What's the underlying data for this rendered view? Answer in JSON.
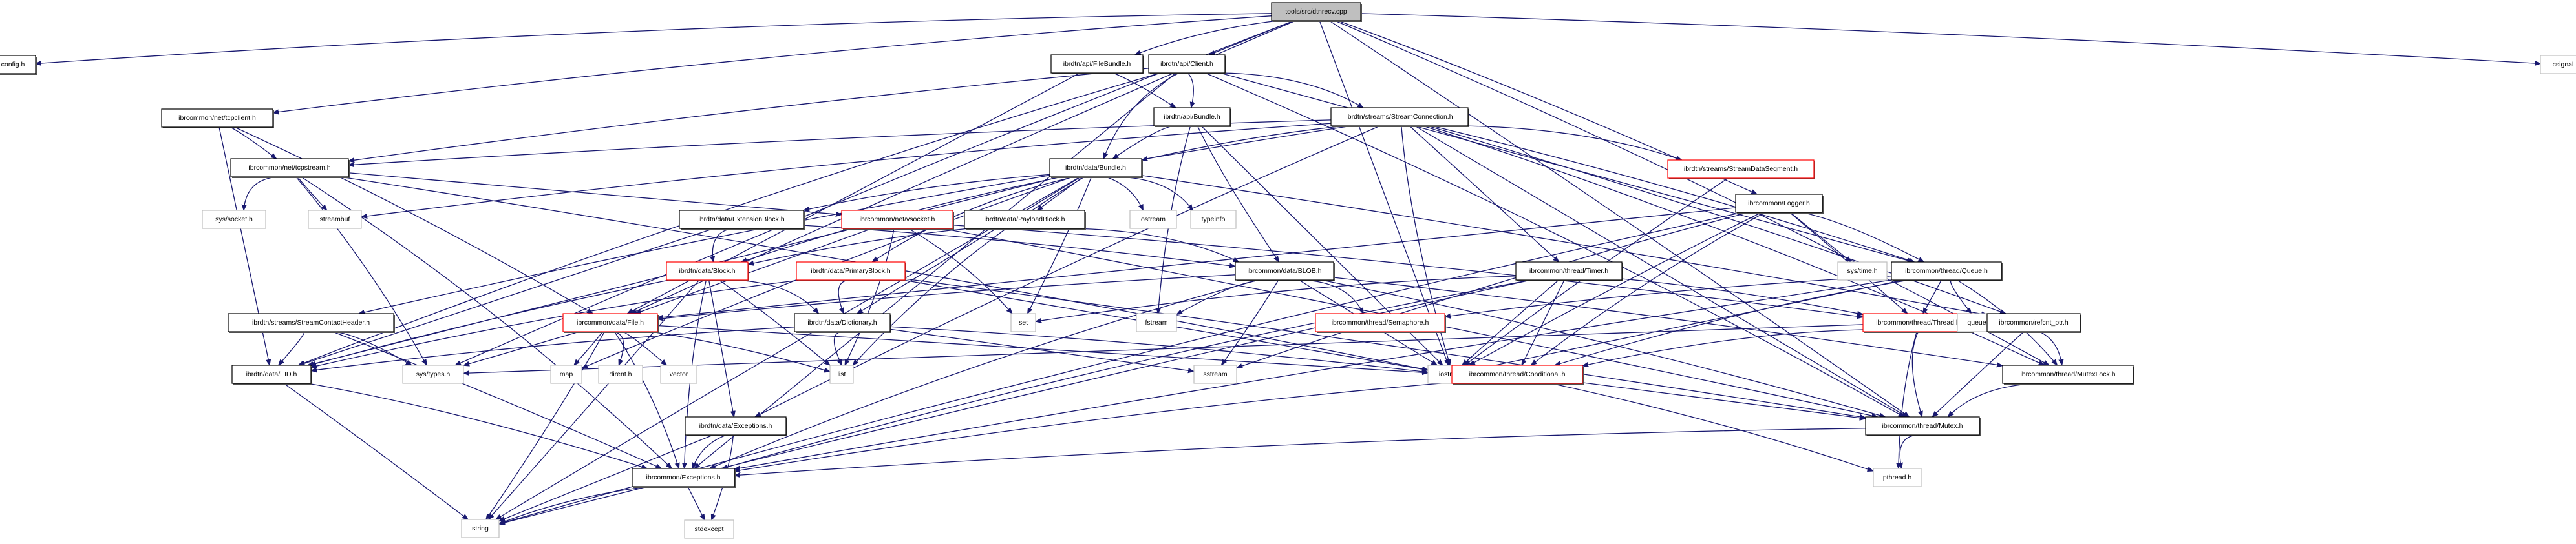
{
  "diagram": {
    "type": "include-dependency-graph",
    "root": "tools/src/dtnrecv.cpp",
    "colors": {
      "edge": "#191970",
      "root_fill": "#bfbfbf",
      "documented_border": "#000000",
      "truncated_border": "#ff0000",
      "external_border": "#bfbfbf"
    },
    "nodes": [
      {
        "id": "root",
        "label": "tools/src/dtnrecv.cpp",
        "kind": "root"
      },
      {
        "id": "config",
        "label": "config.h",
        "kind": "documented"
      },
      {
        "id": "filebundle",
        "label": "ibrdtn/api/FileBundle.h",
        "kind": "documented"
      },
      {
        "id": "client",
        "label": "ibrdtn/api/Client.h",
        "kind": "documented"
      },
      {
        "id": "csignal",
        "label": "csignal",
        "kind": "external"
      },
      {
        "id": "tcpclient",
        "label": "ibrcommon/net/tcpclient.h",
        "kind": "documented"
      },
      {
        "id": "apibundle",
        "label": "ibrdtn/api/Bundle.h",
        "kind": "documented"
      },
      {
        "id": "streamconn",
        "label": "ibrdtn/streams/StreamConnection.h",
        "kind": "documented"
      },
      {
        "id": "tcpstream",
        "label": "ibrcommon/net/tcpstream.h",
        "kind": "documented"
      },
      {
        "id": "databundle",
        "label": "ibrdtn/data/Bundle.h",
        "kind": "documented"
      },
      {
        "id": "streamdataseg",
        "label": "ibrdtn/streams/StreamDataSegment.h",
        "kind": "truncated"
      },
      {
        "id": "syssocket",
        "label": "sys/socket.h",
        "kind": "external"
      },
      {
        "id": "streambuf",
        "label": "streambuf",
        "kind": "external"
      },
      {
        "id": "extblock",
        "label": "ibrdtn/data/ExtensionBlock.h",
        "kind": "documented"
      },
      {
        "id": "vsocket",
        "label": "ibrcommon/net/vsocket.h",
        "kind": "truncated"
      },
      {
        "id": "payloadblock",
        "label": "ibrdtn/data/PayloadBlock.h",
        "kind": "documented"
      },
      {
        "id": "ostream",
        "label": "ostream",
        "kind": "external"
      },
      {
        "id": "typeinfo",
        "label": "typeinfo",
        "kind": "external"
      },
      {
        "id": "logger",
        "label": "ibrcommon/Logger.h",
        "kind": "documented"
      },
      {
        "id": "block",
        "label": "ibrdtn/data/Block.h",
        "kind": "truncated"
      },
      {
        "id": "primaryblock",
        "label": "ibrdtn/data/PrimaryBlock.h",
        "kind": "truncated"
      },
      {
        "id": "blob",
        "label": "ibrcommon/data/BLOB.h",
        "kind": "documented"
      },
      {
        "id": "timer",
        "label": "ibrcommon/thread/Timer.h",
        "kind": "documented"
      },
      {
        "id": "systime",
        "label": "sys/time.h",
        "kind": "external"
      },
      {
        "id": "queue",
        "label": "ibrcommon/thread/Queue.h",
        "kind": "documented"
      },
      {
        "id": "streamcontact",
        "label": "ibrdtn/streams/StreamContactHeader.h",
        "kind": "documented"
      },
      {
        "id": "file",
        "label": "ibrcommon/data/File.h",
        "kind": "truncated"
      },
      {
        "id": "dictionary",
        "label": "ibrdtn/data/Dictionary.h",
        "kind": "documented"
      },
      {
        "id": "set",
        "label": "set",
        "kind": "external"
      },
      {
        "id": "fstream",
        "label": "fstream",
        "kind": "external"
      },
      {
        "id": "semaphore",
        "label": "ibrcommon/thread/Semaphore.h",
        "kind": "truncated"
      },
      {
        "id": "thread",
        "label": "ibrcommon/thread/Thread.h",
        "kind": "truncated"
      },
      {
        "id": "queuestd",
        "label": "queue",
        "kind": "external"
      },
      {
        "id": "refcnt",
        "label": "ibrcommon/refcnt_ptr.h",
        "kind": "documented"
      },
      {
        "id": "eid",
        "label": "ibrdtn/data/EID.h",
        "kind": "documented"
      },
      {
        "id": "systypes",
        "label": "sys/types.h",
        "kind": "external"
      },
      {
        "id": "map",
        "label": "map",
        "kind": "external"
      },
      {
        "id": "direnth",
        "label": "dirent.h",
        "kind": "external"
      },
      {
        "id": "vector",
        "label": "vector",
        "kind": "external"
      },
      {
        "id": "list",
        "label": "list",
        "kind": "external"
      },
      {
        "id": "sstream",
        "label": "sstream",
        "kind": "external"
      },
      {
        "id": "iostream",
        "label": "iostream",
        "kind": "external"
      },
      {
        "id": "conditional",
        "label": "ibrcommon/thread/Conditional.h",
        "kind": "truncated"
      },
      {
        "id": "mutexlock",
        "label": "ibrcommon/thread/MutexLock.h",
        "kind": "documented"
      },
      {
        "id": "dataexceptions",
        "label": "ibrdtn/data/Exceptions.h",
        "kind": "documented"
      },
      {
        "id": "mutex",
        "label": "ibrcommon/thread/Mutex.h",
        "kind": "documented"
      },
      {
        "id": "exceptions",
        "label": "ibrcommon/Exceptions.h",
        "kind": "documented"
      },
      {
        "id": "pthread",
        "label": "pthread.h",
        "kind": "external"
      },
      {
        "id": "string",
        "label": "string",
        "kind": "external"
      },
      {
        "id": "stdexcept",
        "label": "stdexcept",
        "kind": "external"
      }
    ],
    "edges": [
      [
        "root",
        "config"
      ],
      [
        "root",
        "filebundle"
      ],
      [
        "root",
        "client"
      ],
      [
        "root",
        "csignal"
      ],
      [
        "root",
        "tcpclient"
      ],
      [
        "root",
        "logger"
      ],
      [
        "root",
        "systypes"
      ],
      [
        "root",
        "iostream"
      ],
      [
        "root",
        "file"
      ],
      [
        "root",
        "mutexlock"
      ],
      [
        "root",
        "mutex"
      ],
      [
        "filebundle",
        "apibundle"
      ],
      [
        "filebundle",
        "file"
      ],
      [
        "client",
        "apibundle"
      ],
      [
        "client",
        "streamconn"
      ],
      [
        "client",
        "databundle"
      ],
      [
        "client",
        "tcpstream"
      ],
      [
        "client",
        "queue"
      ],
      [
        "client",
        "exceptions"
      ],
      [
        "client",
        "mutex"
      ],
      [
        "client",
        "eid"
      ],
      [
        "tcpclient",
        "tcpstream"
      ],
      [
        "tcpclient",
        "eid"
      ],
      [
        "tcpclient",
        "file"
      ],
      [
        "apibundle",
        "databundle"
      ],
      [
        "apibundle",
        "blob"
      ],
      [
        "apibundle",
        "fstream"
      ],
      [
        "apibundle",
        "iostream"
      ],
      [
        "streamconn",
        "databundle"
      ],
      [
        "streamconn",
        "streamdataseg"
      ],
      [
        "streamconn",
        "streamcontact"
      ],
      [
        "streamconn",
        "tcpstream"
      ],
      [
        "streamconn",
        "timer"
      ],
      [
        "streamconn",
        "queue"
      ],
      [
        "streamconn",
        "mutexlock"
      ],
      [
        "streamconn",
        "iostream"
      ],
      [
        "streamconn",
        "dataexceptions"
      ],
      [
        "streamconn",
        "mutex"
      ],
      [
        "streamconn",
        "refcnt"
      ],
      [
        "streamconn",
        "streambuf"
      ],
      [
        "tcpstream",
        "syssocket"
      ],
      [
        "tcpstream",
        "streambuf"
      ],
      [
        "tcpstream",
        "vsocket"
      ],
      [
        "tcpstream",
        "systypes"
      ],
      [
        "tcpstream",
        "exceptions"
      ],
      [
        "tcpstream",
        "iostream"
      ],
      [
        "databundle",
        "extblock"
      ],
      [
        "databundle",
        "payloadblock"
      ],
      [
        "databundle",
        "ostream"
      ],
      [
        "databundle",
        "typeinfo"
      ],
      [
        "databundle",
        "primaryblock"
      ],
      [
        "databundle",
        "block"
      ],
      [
        "databundle",
        "eid"
      ],
      [
        "databundle",
        "set"
      ],
      [
        "databundle",
        "map"
      ],
      [
        "databundle",
        "list"
      ],
      [
        "databundle",
        "refcnt"
      ],
      [
        "databundle",
        "dictionary"
      ],
      [
        "databundle",
        "string"
      ],
      [
        "streamdataseg",
        "iostream"
      ],
      [
        "extblock",
        "block"
      ],
      [
        "extblock",
        "blob"
      ],
      [
        "extblock",
        "eid"
      ],
      [
        "vsocket",
        "set"
      ],
      [
        "vsocket",
        "list"
      ],
      [
        "vsocket",
        "thread"
      ],
      [
        "vsocket",
        "mutex"
      ],
      [
        "vsocket",
        "file"
      ],
      [
        "payloadblock",
        "block"
      ],
      [
        "payloadblock",
        "blob"
      ],
      [
        "logger",
        "queue"
      ],
      [
        "logger",
        "thread"
      ],
      [
        "logger",
        "systime"
      ],
      [
        "logger",
        "iostream"
      ],
      [
        "logger",
        "sstream"
      ],
      [
        "logger",
        "string"
      ],
      [
        "logger",
        "conditional"
      ],
      [
        "logger",
        "file"
      ],
      [
        "block",
        "eid"
      ],
      [
        "block",
        "dictionary"
      ],
      [
        "block",
        "list"
      ],
      [
        "block",
        "exceptions"
      ],
      [
        "block",
        "dataexceptions"
      ],
      [
        "block",
        "string"
      ],
      [
        "primaryblock",
        "eid"
      ],
      [
        "primaryblock",
        "dictionary"
      ],
      [
        "primaryblock",
        "mutex"
      ],
      [
        "primaryblock",
        "iostream"
      ],
      [
        "blob",
        "file"
      ],
      [
        "blob",
        "semaphore"
      ],
      [
        "blob",
        "mutex"
      ],
      [
        "blob",
        "mutexlock"
      ],
      [
        "blob",
        "iostream"
      ],
      [
        "blob",
        "sstream"
      ],
      [
        "blob",
        "fstream"
      ],
      [
        "blob",
        "exceptions"
      ],
      [
        "timer",
        "thread"
      ],
      [
        "timer",
        "conditional"
      ],
      [
        "timer",
        "iostream"
      ],
      [
        "timer",
        "set"
      ],
      [
        "timer",
        "exceptions"
      ],
      [
        "timer",
        "string"
      ],
      [
        "queue",
        "thread"
      ],
      [
        "queue",
        "mutexlock"
      ],
      [
        "queue",
        "conditional"
      ],
      [
        "queue",
        "queuestd"
      ],
      [
        "queue",
        "semaphore"
      ],
      [
        "queue",
        "iostream"
      ],
      [
        "queue",
        "exceptions"
      ],
      [
        "streamcontact",
        "eid"
      ],
      [
        "streamcontact",
        "systypes"
      ],
      [
        "streamcontact",
        "exceptions"
      ],
      [
        "file",
        "systypes"
      ],
      [
        "file",
        "map"
      ],
      [
        "file",
        "direnth"
      ],
      [
        "file",
        "vector"
      ],
      [
        "file",
        "list"
      ],
      [
        "file",
        "iostream"
      ],
      [
        "file",
        "exceptions"
      ],
      [
        "file",
        "string"
      ],
      [
        "dictionary",
        "list"
      ],
      [
        "dictionary",
        "eid"
      ],
      [
        "dictionary",
        "sstream"
      ],
      [
        "dictionary",
        "iostream"
      ],
      [
        "thread",
        "conditional"
      ],
      [
        "thread",
        "mutex"
      ],
      [
        "thread",
        "pthread"
      ],
      [
        "thread",
        "systypes"
      ],
      [
        "refcnt",
        "mutexlock"
      ],
      [
        "refcnt",
        "mutex"
      ],
      [
        "eid",
        "exceptions"
      ],
      [
        "eid",
        "string"
      ],
      [
        "conditional",
        "mutex"
      ],
      [
        "conditional",
        "pthread"
      ],
      [
        "conditional",
        "exceptions"
      ],
      [
        "mutexlock",
        "mutex"
      ],
      [
        "dataexceptions",
        "exceptions"
      ],
      [
        "dataexceptions",
        "string"
      ],
      [
        "dataexceptions",
        "stdexcept"
      ],
      [
        "mutex",
        "exceptions"
      ],
      [
        "mutex",
        "pthread"
      ],
      [
        "exceptions",
        "string"
      ],
      [
        "exceptions",
        "stdexcept"
      ]
    ]
  }
}
